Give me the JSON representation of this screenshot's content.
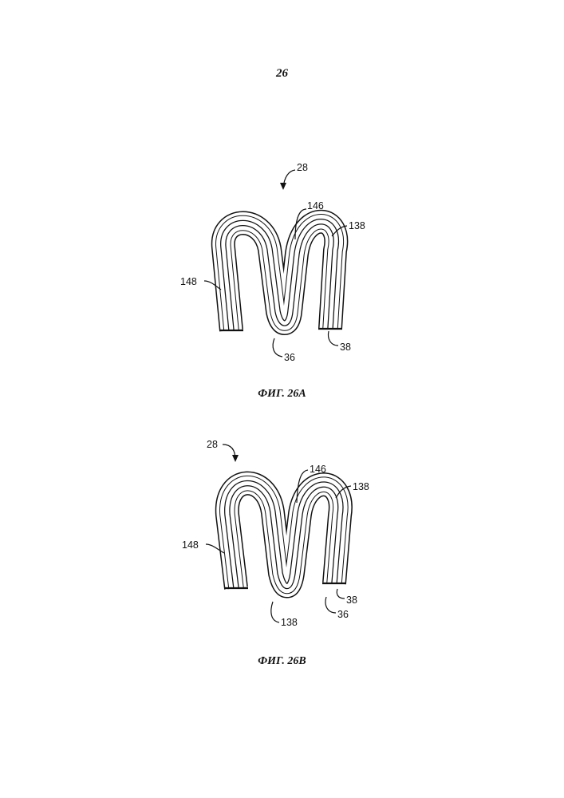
{
  "page": {
    "number": "26"
  },
  "figures": [
    {
      "id": "fig-26a",
      "caption": "ФИГ. 26А",
      "labels": {
        "assembly": "28",
        "inner_layer": "146",
        "outer_layer": "138",
        "left_layer": "148",
        "bottom_strut": "36",
        "right_end": "38"
      }
    },
    {
      "id": "fig-26b",
      "caption": "ФИГ. 26В",
      "labels": {
        "assembly": "28",
        "inner_layer": "146",
        "outer_layer": "138",
        "left_layer": "148",
        "bottom_layer": "138",
        "right_end_a": "38",
        "right_end_b": "36"
      }
    }
  ]
}
